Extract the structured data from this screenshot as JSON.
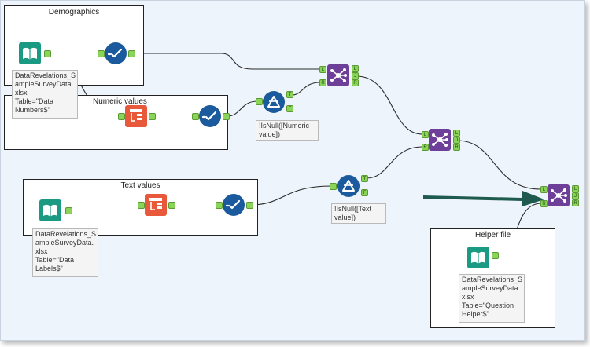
{
  "containers": {
    "demographics": "Demographics",
    "numeric": "Numeric values",
    "text": "Text values",
    "helper": "Helper file"
  },
  "annotations": {
    "input_numbers": "DataRevelations_S\nampleSurveyData.\nxlsx\nTable=\"Data\nNumbers$\"",
    "input_labels": "DataRevelations_S\nampleSurveyData.\nxlsx\nTable=\"Data\nLabels$\"",
    "input_helper": "DataRevelations_S\nampleSurveyData.\nxlsx\nTable=\"Question\nHelper$\"",
    "filter_numeric": "!IsNull([Numeric\nvalue])",
    "filter_text": "!IsNull([Text\nvalue])"
  },
  "anchors": {
    "left": "L",
    "join": "J",
    "right": "R",
    "true": "T",
    "false": "F"
  },
  "colors": {
    "input": "#1a9a82",
    "select": "#1b5a9c",
    "transpose": "#e8593b",
    "filter": "#1b5a9c",
    "join": "#6d3f98",
    "arrow": "#1f5a4e"
  }
}
